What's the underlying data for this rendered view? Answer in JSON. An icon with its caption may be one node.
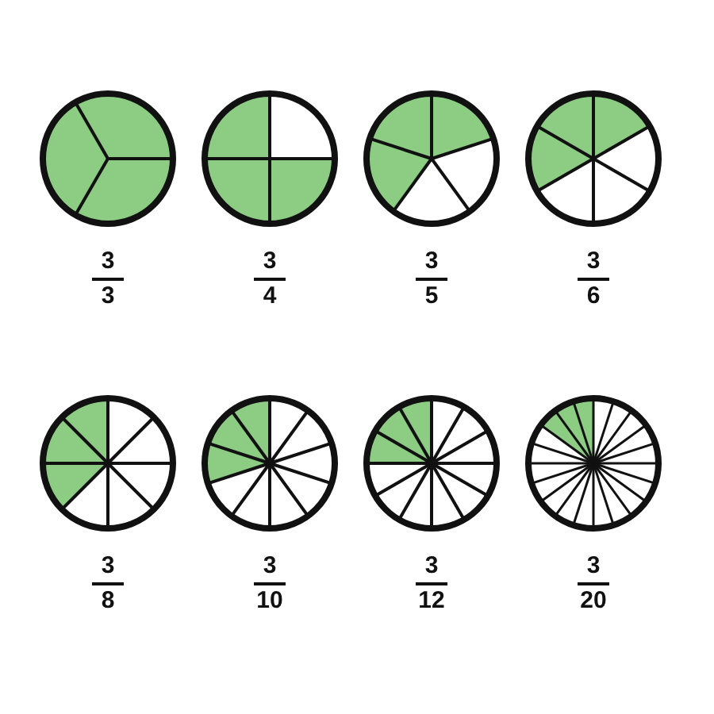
{
  "diagram": {
    "nodes": [
      {
        "text": [],
        "shape": "circle",
        "beside": [
          "3",
          "3"
        ]
      },
      {
        "text": [],
        "shape": "circle",
        "beside": [
          "3",
          "4"
        ]
      },
      {
        "text": [],
        "shape": "circle",
        "beside": [
          "3",
          "5"
        ]
      },
      {
        "text": [],
        "shape": "circle",
        "beside": [
          "3",
          "6"
        ]
      },
      {
        "text": [],
        "shape": "circle",
        "beside": [
          "3",
          "8"
        ]
      },
      {
        "text": [],
        "shape": "circle",
        "beside": [
          "3",
          "10"
        ]
      },
      {
        "text": [],
        "shape": "circle",
        "beside": [
          "3",
          "12"
        ]
      },
      {
        "text": [],
        "shape": "circle",
        "beside": [
          "3",
          "20"
        ]
      }
    ]
  }
}
